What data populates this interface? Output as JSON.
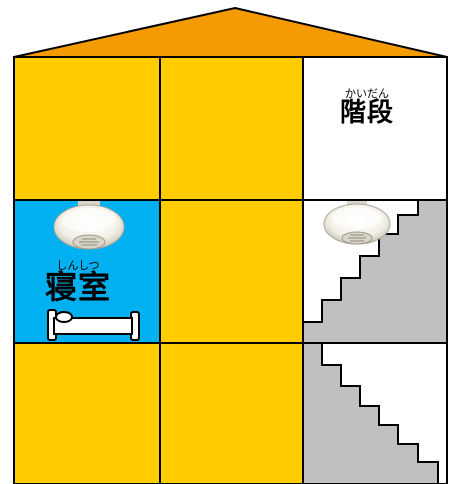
{
  "rooms": {
    "bedroom": {
      "ruby": "しんしつ",
      "label": "寝室",
      "icon": "bed-icon"
    },
    "stairs": {
      "ruby": "かいだん",
      "label": "階段",
      "icon": "stairs-icon"
    }
  },
  "devices": [
    "smoke-detector-icon",
    "smoke-detector-icon"
  ],
  "colors": {
    "roof": "#f59a00",
    "room": "#ffcc00",
    "bedroom": "#00b0f0",
    "stairs_gray": "#c0c0c0",
    "line": "#000000"
  }
}
